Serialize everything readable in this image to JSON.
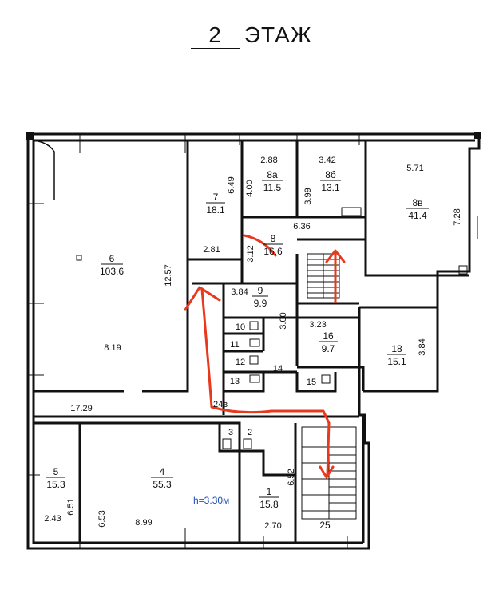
{
  "title": {
    "number": "2",
    "label": "ЭТАЖ"
  },
  "height_label": "h=3.30м",
  "corridor_label": "24в",
  "stair_label": "25",
  "rooms": [
    {
      "id": "room-6",
      "name": "6",
      "area": "103.6"
    },
    {
      "id": "room-7",
      "name": "7",
      "area": "18.1"
    },
    {
      "id": "room-8a",
      "name": "8а",
      "area": "11.5"
    },
    {
      "id": "room-8b",
      "name": "8б",
      "area": "13.1"
    },
    {
      "id": "room-8v",
      "name": "8в",
      "area": "41.4"
    },
    {
      "id": "room-8",
      "name": "8",
      "area": "16.6"
    },
    {
      "id": "room-9",
      "name": "9",
      "area": "9.9"
    },
    {
      "id": "room-16",
      "name": "16",
      "area": "9.7"
    },
    {
      "id": "room-18",
      "name": "18",
      "area": "15.1"
    },
    {
      "id": "room-5",
      "name": "5",
      "area": "15.3"
    },
    {
      "id": "room-4",
      "name": "4",
      "area": "55.3"
    },
    {
      "id": "room-1",
      "name": "1",
      "area": "15.8"
    }
  ],
  "small_rooms": [
    "10",
    "11",
    "12",
    "13",
    "14",
    "15",
    "3",
    "2"
  ],
  "dimensions": [
    "6.49",
    "2.88",
    "3.42",
    "5.71",
    "4.00",
    "3.99",
    "7.28",
    "6.36",
    "12.57",
    "2.81",
    "3.12",
    "3.84",
    "3.00",
    "3.23",
    "3.84",
    "8.19",
    "17.29",
    "6.52",
    "6.51",
    "2.43",
    "6.53",
    "8.99",
    "2.70"
  ]
}
